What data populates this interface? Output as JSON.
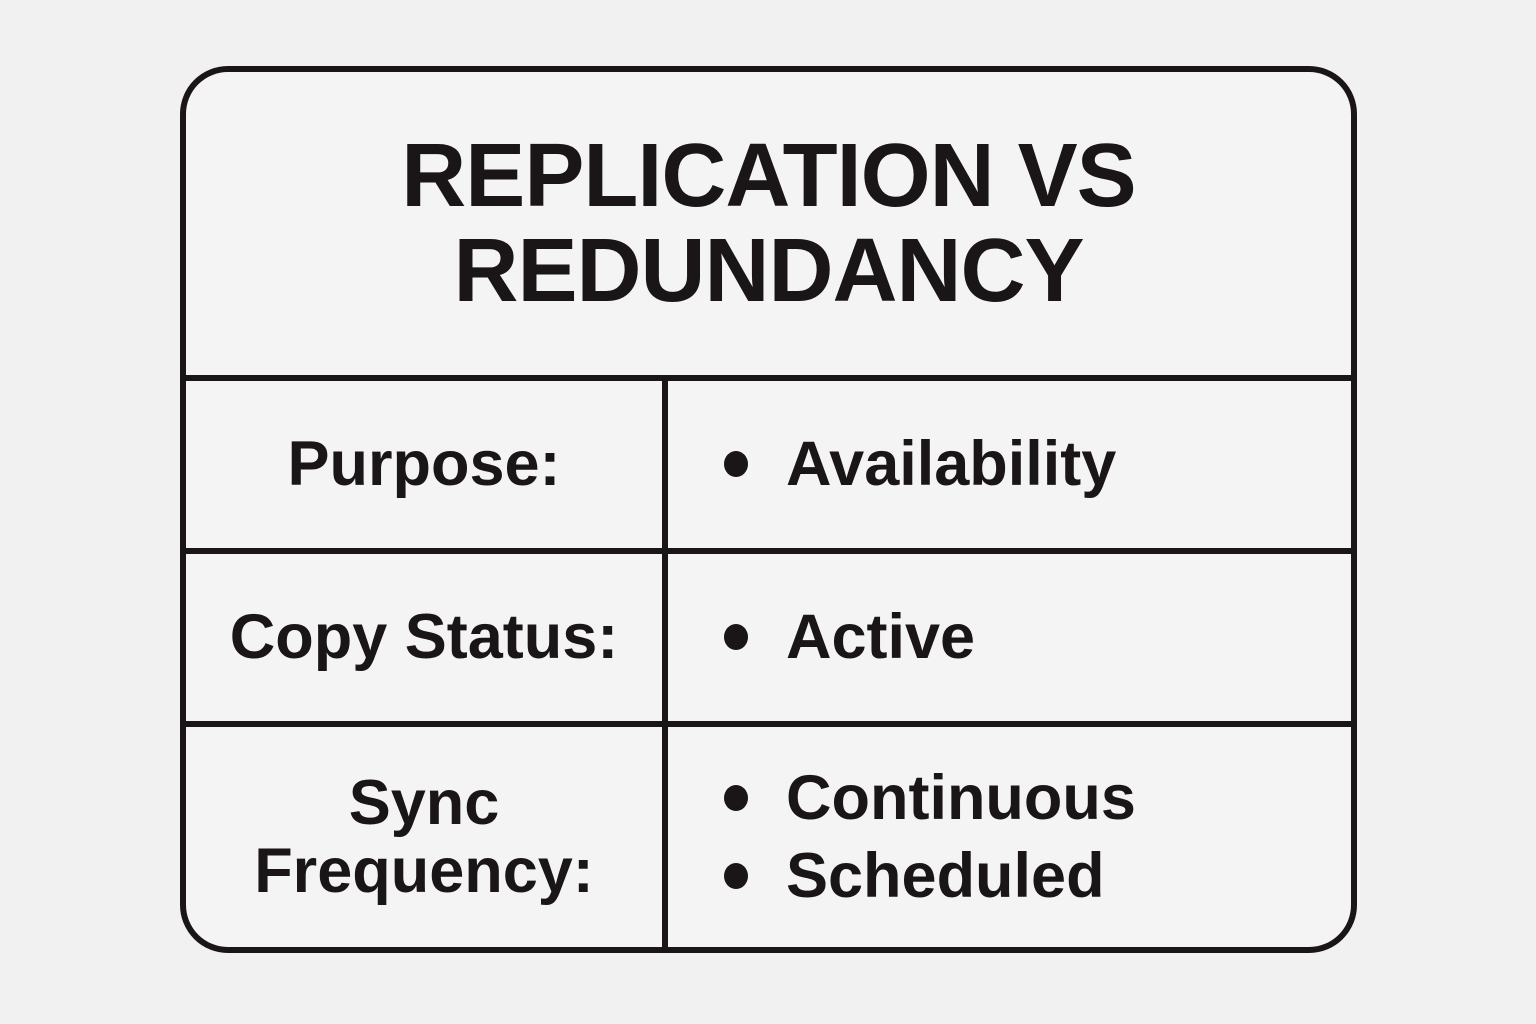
{
  "card": {
    "title_line1": "REPLICATION VS",
    "title_line2": "REDUNDANCY",
    "rows": [
      {
        "label": "Purpose:",
        "items": [
          "Availability"
        ]
      },
      {
        "label": "Copy Status:",
        "items": [
          "Active"
        ]
      },
      {
        "label": "Sync Frequency:",
        "items": [
          "Continuous",
          "Scheduled"
        ]
      }
    ]
  },
  "colors": {
    "page_background": "#f2f1f1",
    "card_fill": "#f5f4f4",
    "ink": "#1a1516"
  }
}
